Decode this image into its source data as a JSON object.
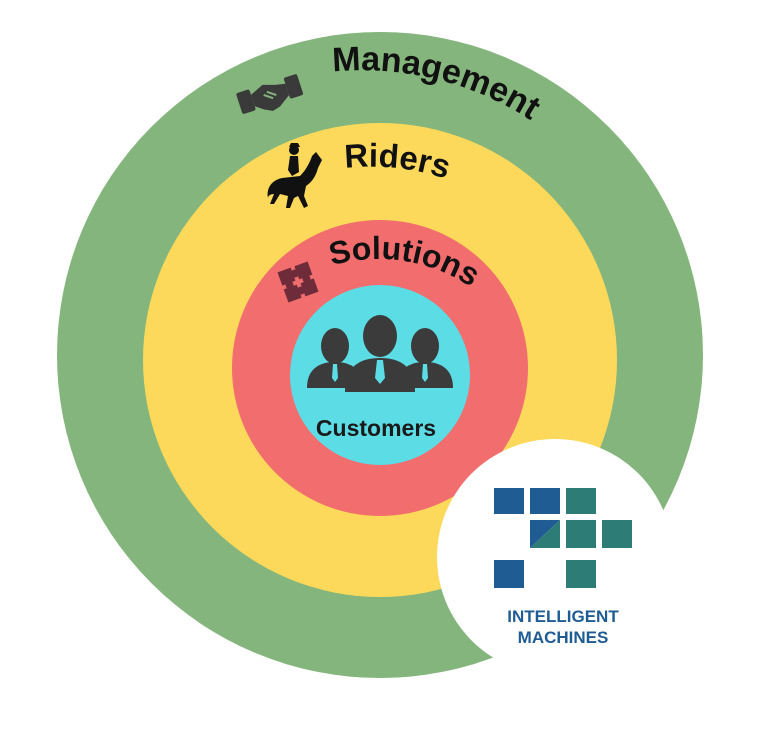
{
  "diagram": {
    "rings": [
      {
        "label": "Management",
        "color": "#84b57c",
        "icon": "handshake-icon"
      },
      {
        "label": "Riders",
        "color": "#fcd95a",
        "icon": "horse-rider-icon"
      },
      {
        "label": "Solutions",
        "color": "#f26d6d",
        "icon": "puzzle-icon"
      }
    ],
    "center": {
      "label": "Customers",
      "color": "#5cdde6",
      "icon": "customers-group-icon"
    }
  },
  "logo": {
    "line1": "INTELLIGENT",
    "line2": "MACHINES",
    "colors": {
      "blue": "#1f5c94",
      "teal": "#2e7c76"
    }
  }
}
